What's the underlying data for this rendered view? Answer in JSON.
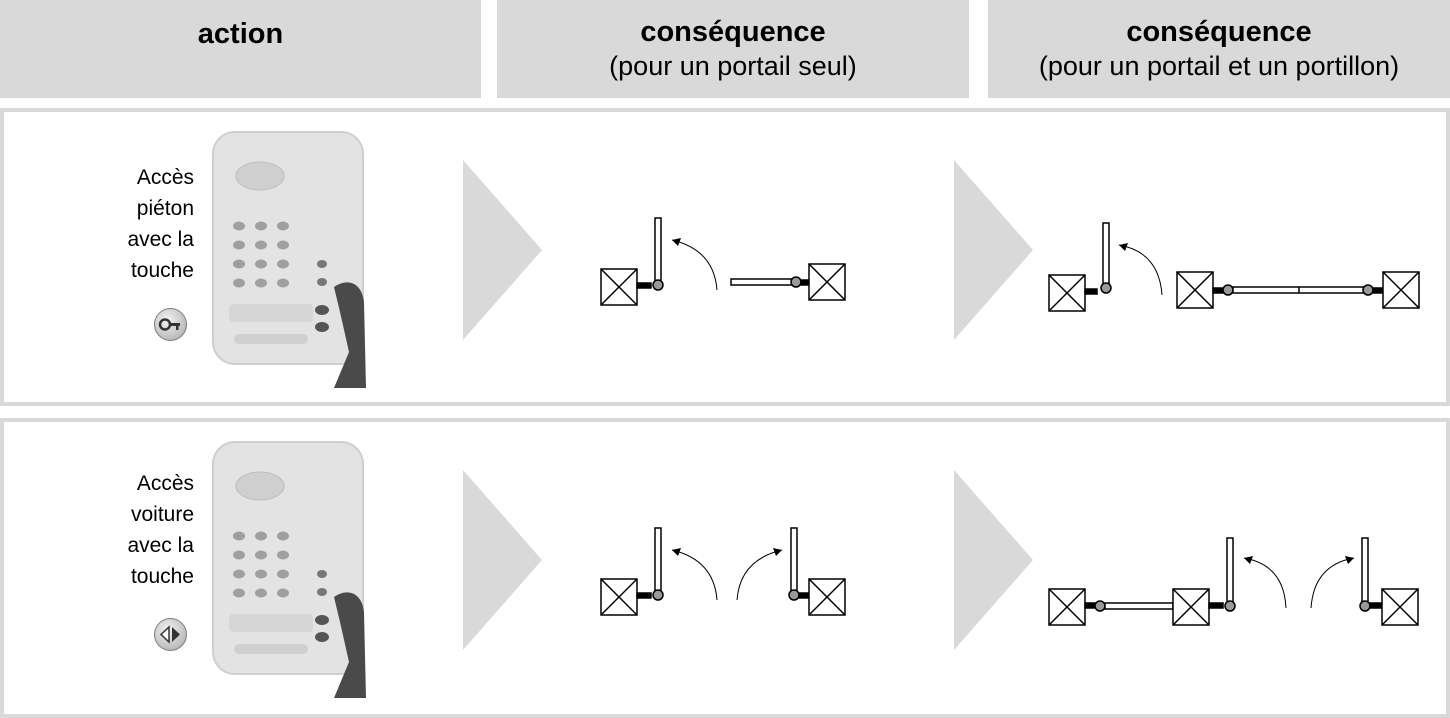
{
  "header": {
    "col1_title": "action",
    "col2_title": "conséquence",
    "col2_subtitle": "(pour un portail seul)",
    "col3_title": "conséquence",
    "col3_subtitle": "(pour un portail et un portillon)"
  },
  "rows": [
    {
      "label_lines": [
        "Accès",
        "piéton",
        "avec la",
        "touche"
      ],
      "key_icon": "key-button-icon"
    },
    {
      "label_lines": [
        "Accès",
        "voiture",
        "avec la",
        "touche"
      ],
      "key_icon": "double-arrow-button-icon"
    }
  ],
  "colors": {
    "header_bg": "#d9d9d9",
    "frame": "#d9d9d9",
    "arrow": "#d9d9d9",
    "pivot": "#999999"
  }
}
